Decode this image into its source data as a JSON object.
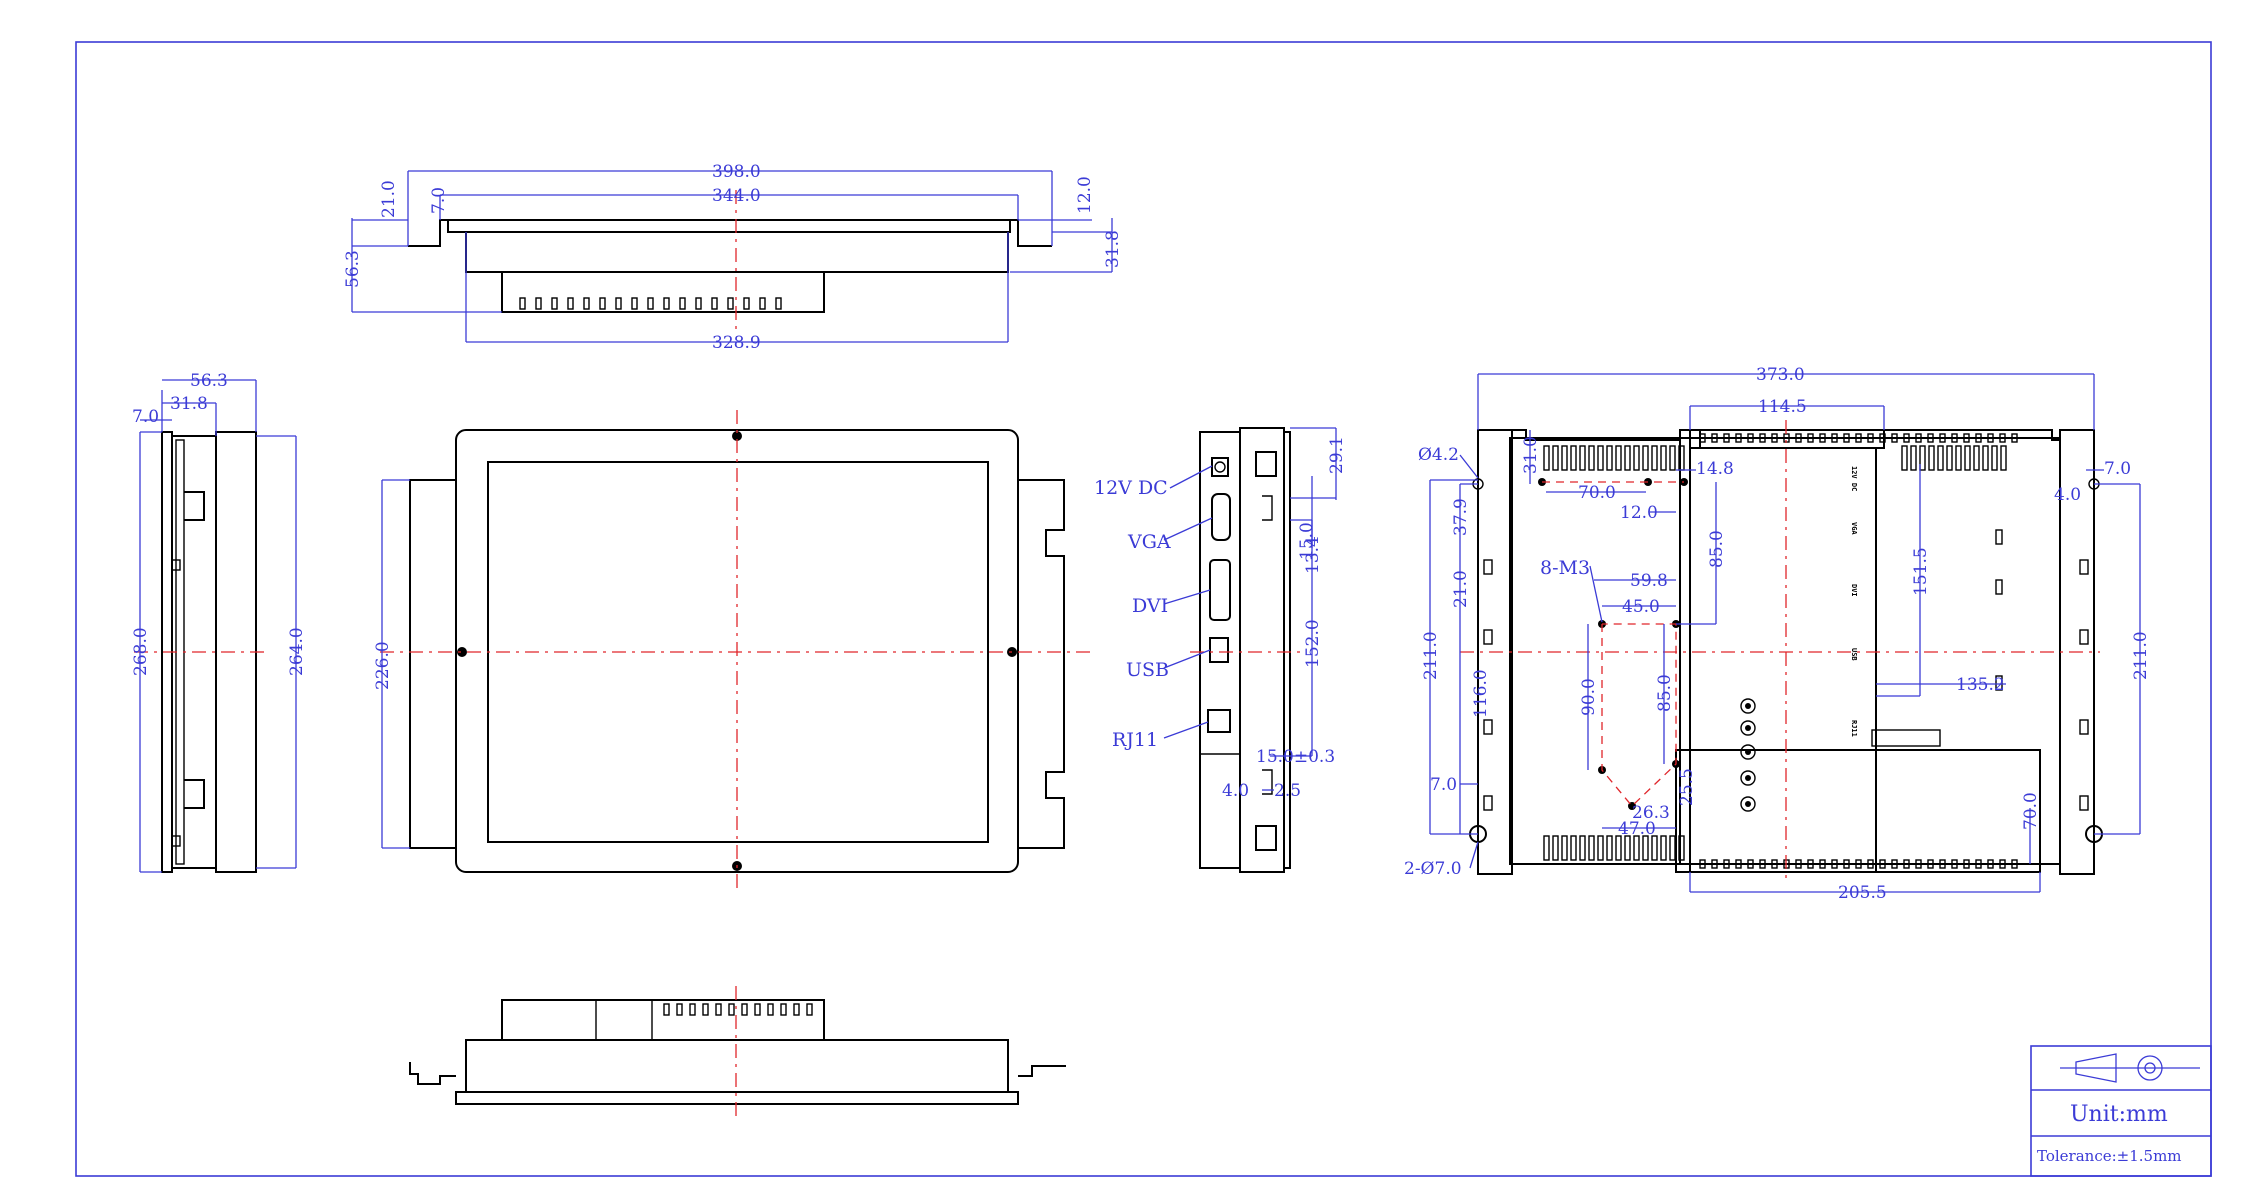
{
  "colors": {
    "dimension": "#3b3bd6",
    "centerline": "#e0262b",
    "outline": "#000000"
  },
  "top_view": {
    "overall_width": "398.0",
    "frame_width": "344.0",
    "body_width": "328.9",
    "left_flange": "21.0",
    "left_step": "7.0",
    "right_step": "12.0",
    "total_depth": "56.3",
    "right_depth": "31.8"
  },
  "left_view": {
    "depth": "56.3",
    "inner_depth": "31.8",
    "flange": "7.0",
    "outer_height": "268.0",
    "inner_height": "264.0"
  },
  "front_view": {
    "active_height": "226.0"
  },
  "ports_view": {
    "labels": {
      "dc": "12V DC",
      "vga": "VGA",
      "dvi": "DVI",
      "usb": "USB",
      "rj11": "RJ11"
    },
    "dims": {
      "top": "29.1",
      "d13": "13.4",
      "d15": "15.0",
      "d152": "152.0",
      "bottom": "15.0±0.3",
      "left_small": "4.0",
      "right_small": "2.5"
    }
  },
  "rear_view": {
    "overall_width": "373.0",
    "top_box_width": "114.5",
    "bottom_box_width": "205.5",
    "hole_small": "Ø4.2",
    "hole_large": "2-Ø7.0",
    "mount_holes": "8-M3",
    "d31": "31.0",
    "d37": "37.9",
    "d21": "21.0",
    "d211_left": "211.0",
    "d116": "116.0",
    "d7_left": "7.0",
    "d70": "70.0",
    "d12": "12.0",
    "d148": "14.8",
    "d598": "59.8",
    "d45": "45.0",
    "d85_right": "85.0",
    "d90": "90.0",
    "d85_mid": "85.0",
    "d255": "25.5",
    "d263": "26.3",
    "d47": "47.0",
    "d1515": "151.5",
    "d1352": "135.2",
    "d211_right": "211.0",
    "d7_right": "7.0",
    "d4": "4.0",
    "d70_bottom": "70.0",
    "panel_labels": [
      "VGA",
      "DVI",
      "USB",
      "RJ11",
      "12V DC"
    ]
  },
  "title_block": {
    "unit": "Unit:mm",
    "tolerance": "Tolerance:±1.5mm"
  }
}
